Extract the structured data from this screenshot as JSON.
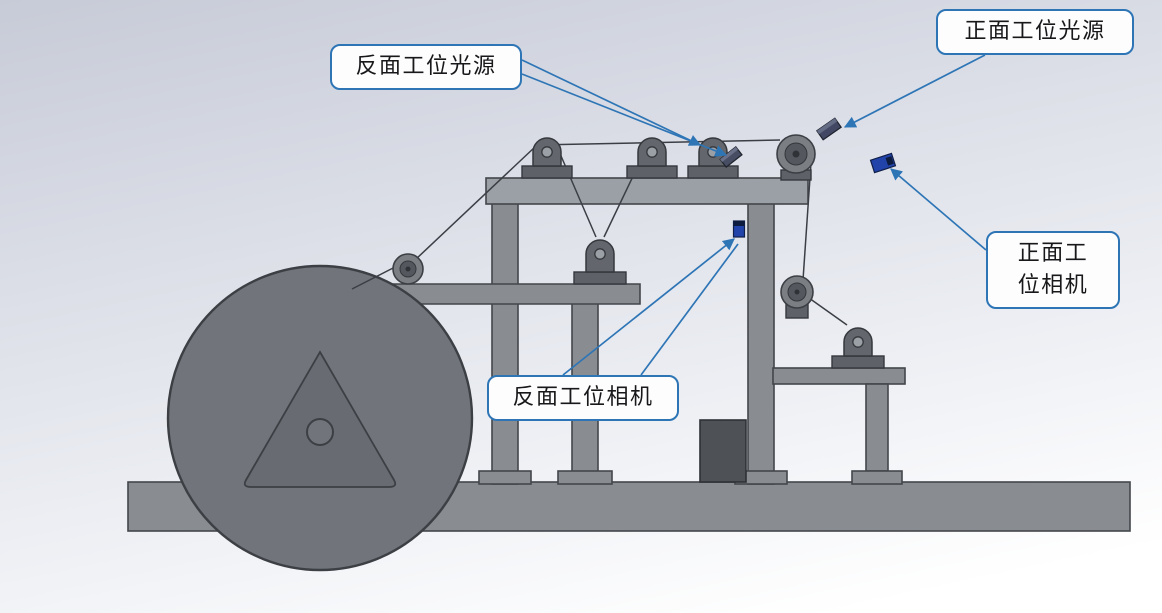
{
  "figure": {
    "callouts": [
      {
        "id": "back-light",
        "label": "反面工位光源"
      },
      {
        "id": "front-light",
        "label": "正面工位光源"
      },
      {
        "id": "front-camera",
        "label": "正面工\n位相机"
      },
      {
        "id": "back-camera",
        "label": "反面工位相机"
      }
    ],
    "markers": [
      {
        "id": "back-light-source",
        "icon": "light-source-icon"
      },
      {
        "id": "front-light-source",
        "icon": "light-source-icon"
      },
      {
        "id": "back-camera-device",
        "icon": "camera-icon"
      },
      {
        "id": "front-camera-device",
        "icon": "camera-icon"
      }
    ],
    "colors": {
      "callout_border": "#2e75b6",
      "leader_line": "#2e75b6",
      "callout_text": "#18181a",
      "machine_gray": "#898d92",
      "machine_dark": "#4e5257",
      "camera_blue": "#2244aa",
      "background_top": "#c7cbd7",
      "background_bottom": "#ffffff"
    }
  }
}
